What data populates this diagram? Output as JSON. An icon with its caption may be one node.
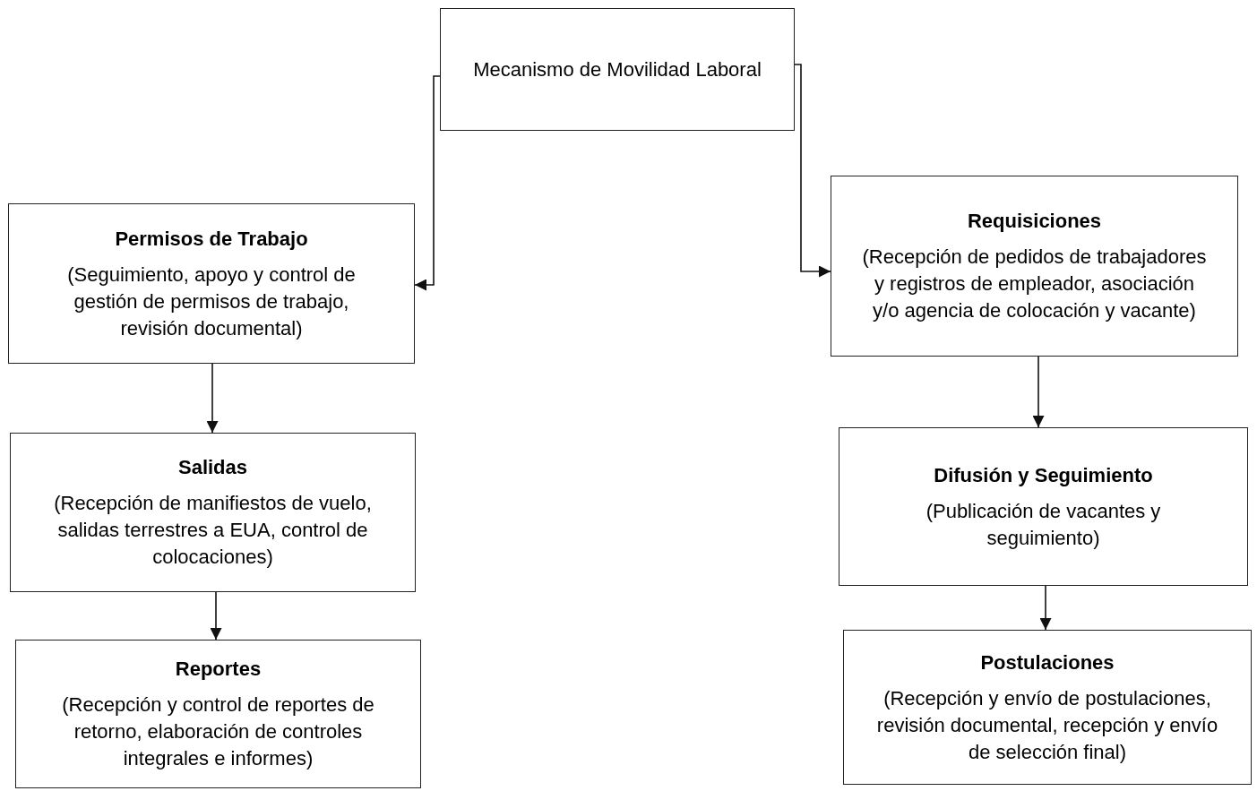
{
  "diagram": {
    "nodes": [
      {
        "text": [
          "Mecanismo de Movilidad Laboral"
        ]
      },
      {
        "text": [
          "Permisos de Trabajo",
          "(Seguimiento, apoyo y control de gestión de permisos de trabajo, revisión documental)"
        ]
      },
      {
        "text": [
          "Salidas",
          "(Recepción de manifiestos de vuelo, salidas terrestres a EUA, control de colocaciones)"
        ]
      },
      {
        "text": [
          "Reportes",
          "(Recepción y control de reportes de retorno, elaboración de controles integrales e informes)"
        ]
      },
      {
        "text": [
          "Requisiciones",
          "(Recepción de pedidos de trabajadores y registros de empleador, asociación y/o agencia de colocación y vacante)"
        ]
      },
      {
        "text": [
          "Difusión y Seguimiento",
          "(Publicación de vacantes y seguimiento)"
        ]
      },
      {
        "text": [
          "Postulaciones",
          "(Recepción y envío de postulaciones, revisión documental, recepción y envío de selección final)"
        ]
      }
    ],
    "edges": [
      {
        "from": 0,
        "to": 1,
        "arrow": "to"
      },
      {
        "from": 0,
        "to": 4,
        "arrow": "to"
      },
      {
        "from": 1,
        "to": 2,
        "arrow": "to"
      },
      {
        "from": 2,
        "to": 3,
        "arrow": "to"
      },
      {
        "from": 4,
        "to": 5,
        "arrow": "to"
      },
      {
        "from": 5,
        "to": 6,
        "arrow": "to"
      }
    ]
  }
}
